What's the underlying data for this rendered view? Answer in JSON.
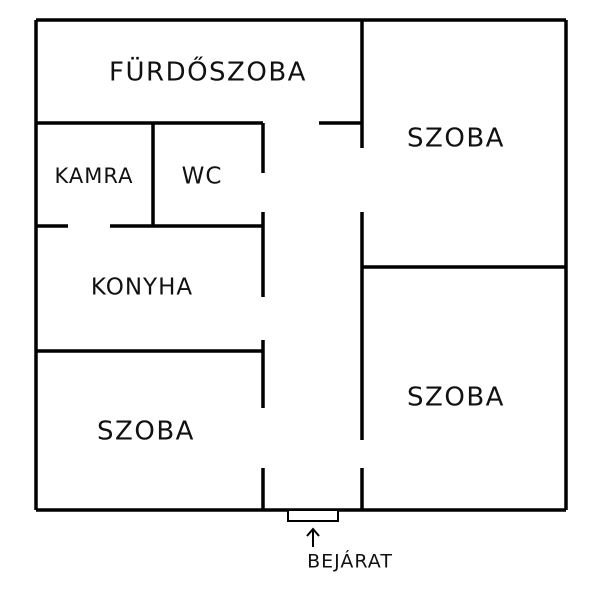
{
  "rooms": {
    "furdoszoba": "FÜRDŐSZOBA",
    "szoba_top_right": "SZOBA",
    "kamra": "KAMRA",
    "wc": "WC",
    "konyha": "KONYHA",
    "szoba_bottom_left": "SZOBA",
    "szoba_bottom_right": "SZOBA"
  },
  "entrance": {
    "label": "BEJÁRAT"
  }
}
